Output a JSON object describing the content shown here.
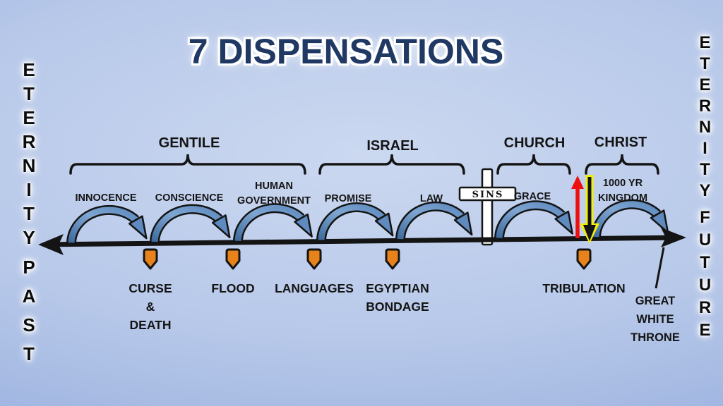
{
  "title": "7 DISPENSATIONS",
  "margins": {
    "left": {
      "top_word": "ETERNITY",
      "bottom_word": "PAST"
    },
    "right": {
      "top_word": "ETERNITY",
      "bottom_word": "FUTURE"
    }
  },
  "timeline": {
    "sections": [
      {
        "label": "GENTILE"
      },
      {
        "label": "ISRAEL"
      },
      {
        "label": "CHURCH"
      },
      {
        "label": "CHRIST"
      }
    ],
    "dispensations": [
      {
        "lines": [
          "INNOCENCE"
        ]
      },
      {
        "lines": [
          "CONSCIENCE"
        ]
      },
      {
        "lines": [
          "HUMAN",
          "GOVERNMENT"
        ]
      },
      {
        "lines": [
          "PROMISE"
        ]
      },
      {
        "lines": [
          "LAW"
        ]
      },
      {
        "lines": [
          "GRACE"
        ]
      },
      {
        "lines": [
          "1000 YR",
          "KINGDOM"
        ]
      }
    ],
    "cross_label": "SINS",
    "events": [
      {
        "lines": [
          "CURSE",
          "&",
          "DEATH"
        ]
      },
      {
        "lines": [
          "FLOOD"
        ]
      },
      {
        "lines": [
          "LANGUAGES"
        ]
      },
      {
        "lines": [
          "EGYPTIAN",
          "BONDAGE"
        ]
      },
      {
        "lines": [
          "TRIBULATION"
        ]
      }
    ],
    "end_label": {
      "lines": [
        "GREAT",
        "WHITE",
        "THRONE"
      ]
    }
  },
  "colors": {
    "title": "#203864",
    "ink": "#141414",
    "arc_dark": "#3F6B9E",
    "arc_mid": "#5E8ABF",
    "arc_light": "#7FA6D2",
    "marker_orange": "#E8831C",
    "arrow_red": "#EE1010",
    "arrow_yellow": "#F2EF0B",
    "cross_white": "#FFFFFF",
    "bg_center": "#CBD8F0",
    "bg_edge": "#8EA7DA"
  }
}
